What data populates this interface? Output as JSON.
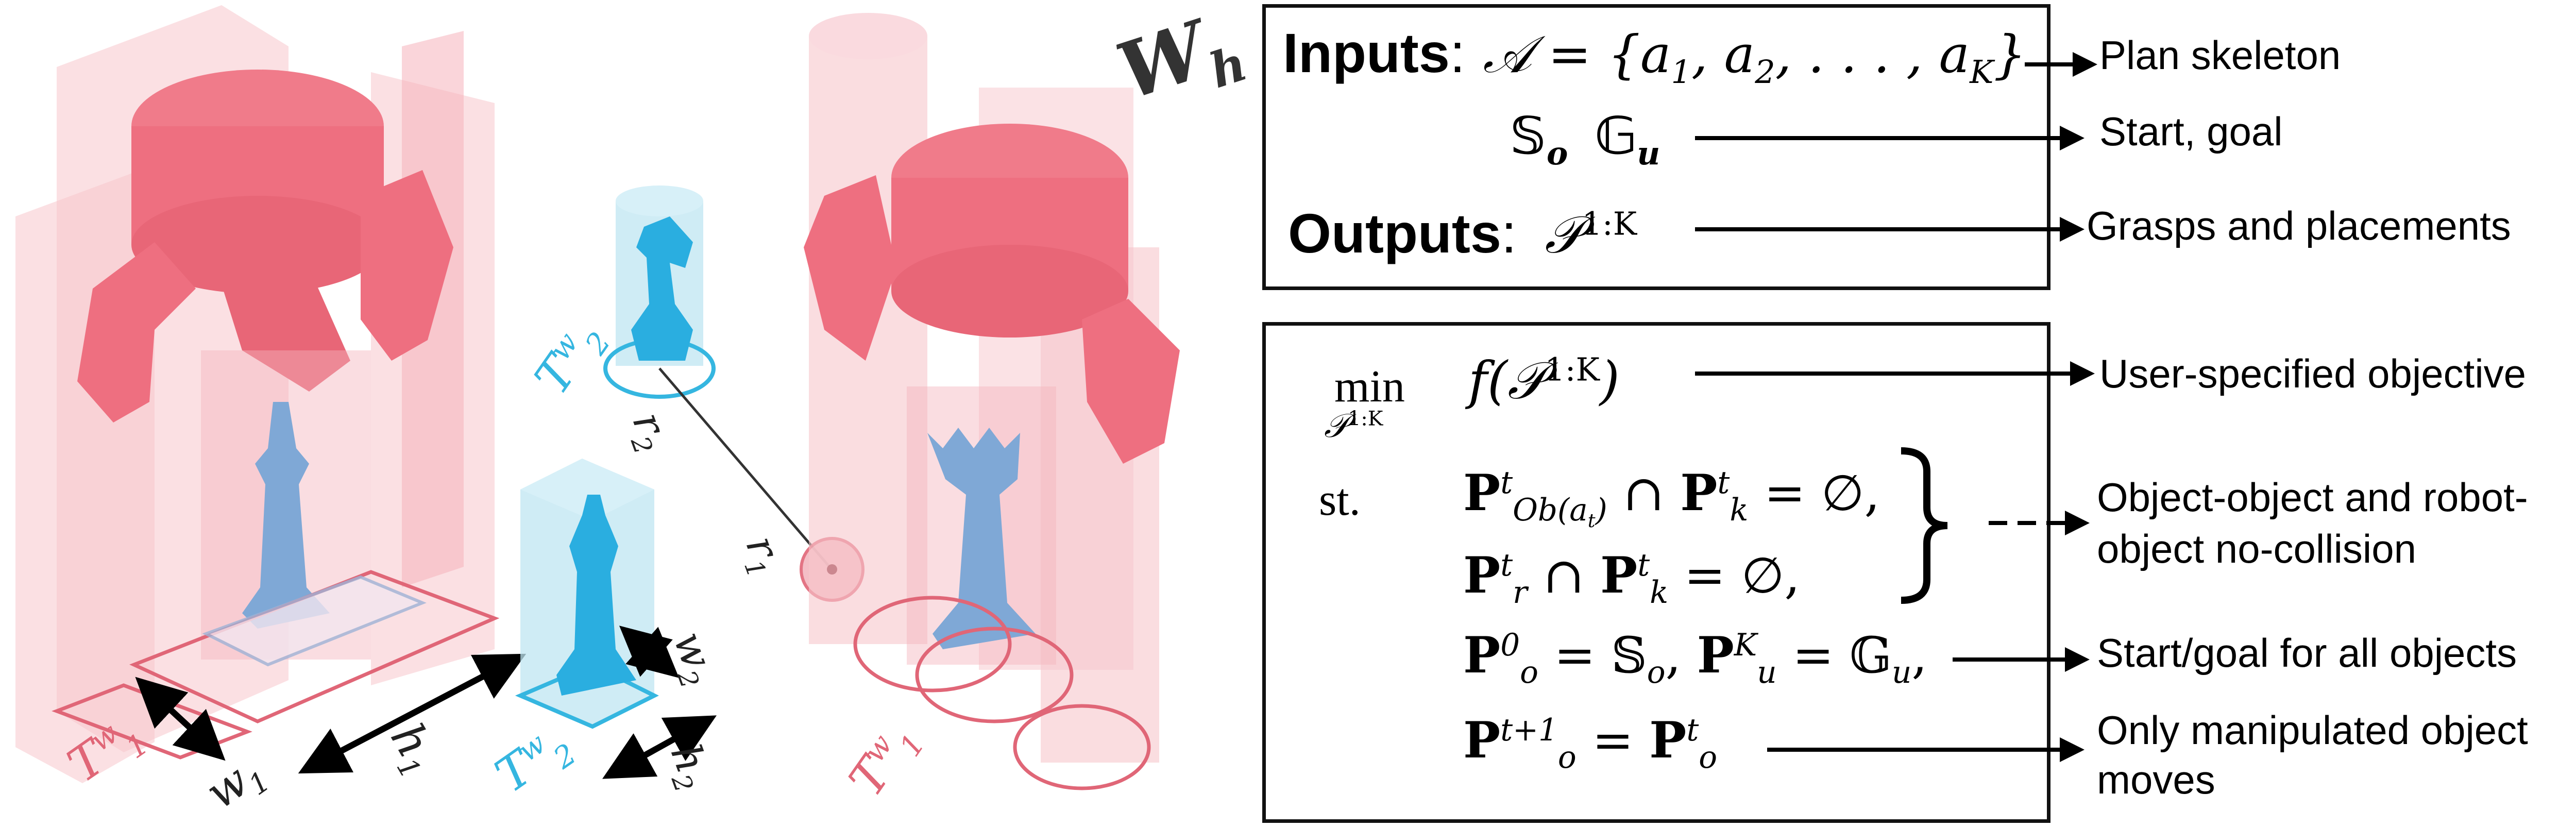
{
  "colors": {
    "robot": "#f07b8a",
    "robot_light": "#f7c6cc",
    "object": "#4fc3e8",
    "object_glass": "#bfe6f2",
    "piece": "#7fa8d6",
    "line": "#111111"
  },
  "scene": {
    "world_frame": "W",
    "world_frame_sub": "h",
    "left_frame": {
      "T": "T",
      "sup": "w",
      "sub": "1"
    },
    "w1": {
      "main": "w",
      "sub": "1"
    },
    "h1": {
      "main": "h",
      "sub": "1"
    },
    "mid_frame": {
      "T": "T",
      "sup": "w",
      "sub": "2"
    },
    "mid_frame_top": {
      "T": "T",
      "sup": "w",
      "sub": "2"
    },
    "w2": {
      "main": "w",
      "sub": "2"
    },
    "h2": {
      "main": "h",
      "sub": "2"
    },
    "r1": {
      "main": "r",
      "sub": "1"
    },
    "r2": {
      "main": "r",
      "sub": "2"
    },
    "right_frame": {
      "T": "T",
      "sup": "w",
      "sub": "1"
    }
  },
  "inputs_box": {
    "inputs_label": "Inputs",
    "colon": ":",
    "set_A": "𝒜 = {a",
    "a1_sub": "1",
    "a2": ", a",
    "a2_sub": "2",
    "dots": ", . . . , a",
    "aK_sub": "K",
    "close": "}",
    "start_S": "𝕊",
    "start_sub": "o",
    "goal_G": "𝔾",
    "goal_sub": "u",
    "outputs_label": "Outputs",
    "P_out": "𝒫",
    "P_out_sup": "1:K"
  },
  "opt_box": {
    "min": "min",
    "min_sub": "𝒫",
    "min_sub_sup": "1:K",
    "objective": "f(𝒫",
    "objective_sup": "1:K",
    "objective_close": ")",
    "st": "st.",
    "c1": {
      "P1": "P",
      "P1_sup": "t",
      "P1_sub": "Ob(a",
      "P1_sub2": "t",
      "P1_sub3": ")",
      "op": " ∩ ",
      "P2": "P",
      "P2_sup": "t",
      "P2_sub": "k",
      "rhs": " = ∅,"
    },
    "c2": {
      "P1": "P",
      "P1_sup": "t",
      "P1_sub": "r",
      "op": " ∩ ",
      "P2": "P",
      "P2_sup": "t",
      "P2_sub": "k",
      "rhs": " = ∅,"
    },
    "c3": {
      "P1": "P",
      "P1_sup": "0",
      "P1_sub": "o",
      "eq1": " = 𝕊",
      "eq1_sub": "o",
      "mid": ", ",
      "P2": "P",
      "P2_sup": "K",
      "P2_sub": "u",
      "eq2": " = 𝔾",
      "eq2_sub": "u",
      "end": ","
    },
    "c4": {
      "P1": "P",
      "P1_sup": "t+1",
      "P1_sub": "o",
      "eq": " = ",
      "P2": "P",
      "P2_sup": "t",
      "P2_sub": "o"
    }
  },
  "annotations": {
    "plan_skeleton": "Plan skeleton",
    "start_goal": "Start, goal",
    "grasps": "Grasps and placements",
    "user_objective": "User-specified objective",
    "no_collision_1": "Object-object and robot-",
    "no_collision_2": "object no-collision",
    "start_goal_all": "Start/goal for all objects",
    "only_manip_1": "Only manipulated object",
    "only_manip_2": "moves"
  }
}
